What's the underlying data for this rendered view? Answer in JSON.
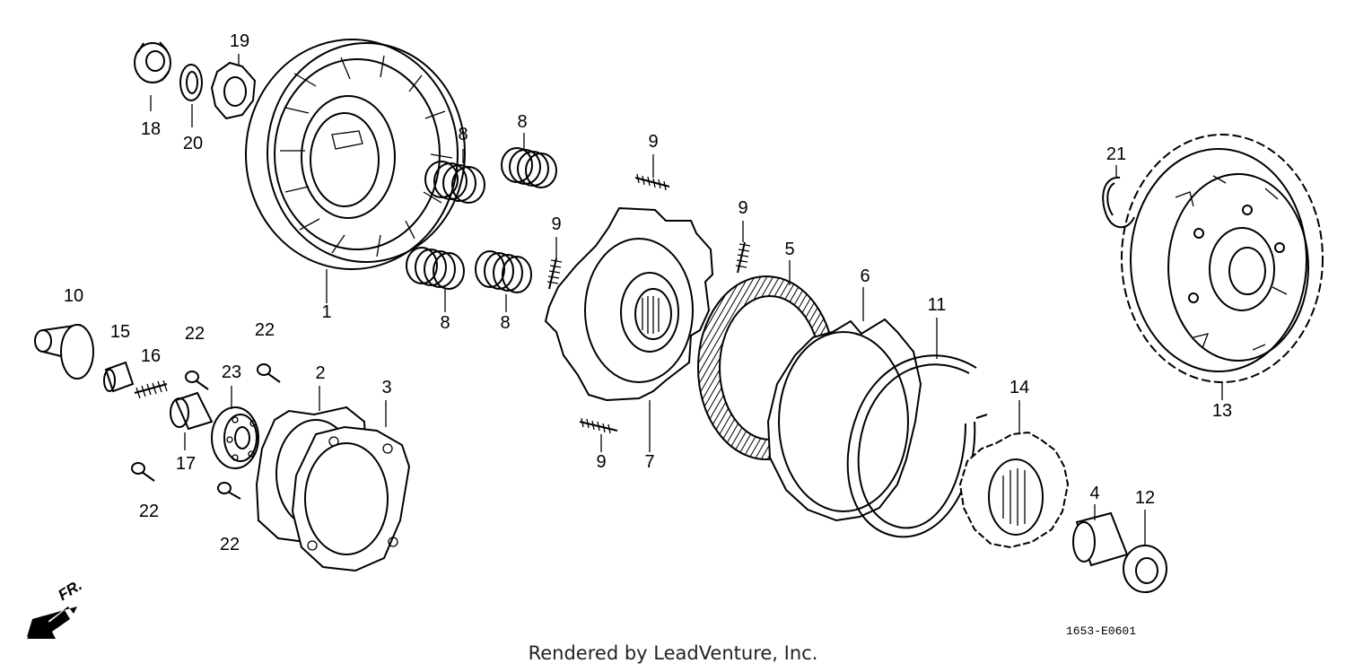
{
  "parts": [
    {
      "id": "p1",
      "label": "1"
    },
    {
      "id": "p2",
      "label": "2"
    },
    {
      "id": "p3",
      "label": "3"
    },
    {
      "id": "p4",
      "label": "4"
    },
    {
      "id": "p5",
      "label": "5"
    },
    {
      "id": "p6",
      "label": "6"
    },
    {
      "id": "p7",
      "label": "7"
    },
    {
      "id": "p8a",
      "label": "8"
    },
    {
      "id": "p8b",
      "label": "8"
    },
    {
      "id": "p8c",
      "label": "8"
    },
    {
      "id": "p8d",
      "label": "8"
    },
    {
      "id": "p9a",
      "label": "9"
    },
    {
      "id": "p9b",
      "label": "9"
    },
    {
      "id": "p9c",
      "label": "9"
    },
    {
      "id": "p9d",
      "label": "9"
    },
    {
      "id": "p10",
      "label": "10"
    },
    {
      "id": "p11",
      "label": "11"
    },
    {
      "id": "p12",
      "label": "12"
    },
    {
      "id": "p13",
      "label": "13"
    },
    {
      "id": "p14",
      "label": "14"
    },
    {
      "id": "p15",
      "label": "15"
    },
    {
      "id": "p16",
      "label": "16"
    },
    {
      "id": "p17",
      "label": "17"
    },
    {
      "id": "p18",
      "label": "18"
    },
    {
      "id": "p19",
      "label": "19"
    },
    {
      "id": "p20",
      "label": "20"
    },
    {
      "id": "p21",
      "label": "21"
    },
    {
      "id": "p22a",
      "label": "22"
    },
    {
      "id": "p22b",
      "label": "22"
    },
    {
      "id": "p22c",
      "label": "22"
    },
    {
      "id": "p22d",
      "label": "22"
    },
    {
      "id": "p23",
      "label": "23"
    }
  ],
  "direction_label": "FR.",
  "figure_code": "1653-E0601",
  "credit": "Rendered by LeadVenture, Inc."
}
